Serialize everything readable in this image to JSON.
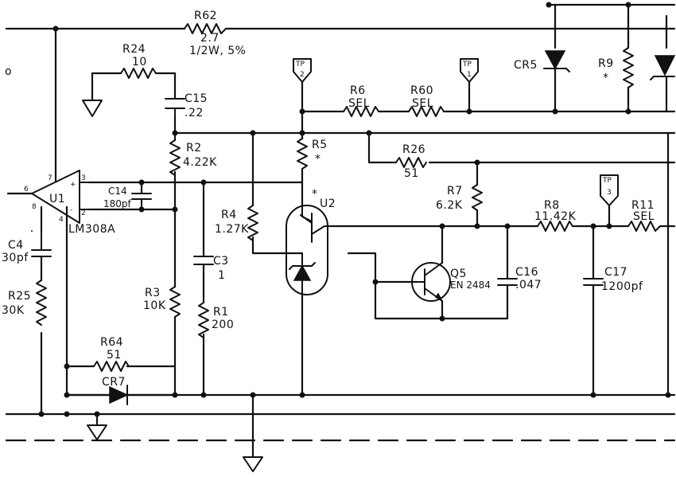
{
  "components": {
    "r62": {
      "ref": "R62",
      "value": "2.7",
      "rating": "1/2W, 5%"
    },
    "r24": {
      "ref": "R24",
      "value": "10"
    },
    "c15": {
      "ref": "C15",
      "value": ".22"
    },
    "r2": {
      "ref": "R2",
      "value": "4.22K"
    },
    "u1": {
      "ref": "U1",
      "part": "LM308A",
      "pin_7": "7",
      "pin_3": "3",
      "pin_6": "6",
      "pin_8": "8",
      "pin_2": "2",
      "pin_4": "4",
      "plus": "+",
      "minus": "-"
    },
    "c14": {
      "ref": "C14",
      "value": "180pf"
    },
    "c4": {
      "ref": "C4",
      "value": "30pf"
    },
    "r25": {
      "ref": "R25",
      "value": "30K"
    },
    "r3": {
      "ref": "R3",
      "value": "10K"
    },
    "c3": {
      "ref": "C3",
      "value": "1"
    },
    "r1": {
      "ref": "R1",
      "value": "200"
    },
    "r64": {
      "ref": "R64",
      "value": "51"
    },
    "cr7": {
      "ref": "CR7"
    },
    "tp2": {
      "ref": "TP",
      "num": "2"
    },
    "tp1": {
      "ref": "TP",
      "num": "1"
    },
    "tp3": {
      "ref": "TP",
      "num": "3"
    },
    "r6": {
      "ref": "R6",
      "value": "SEL"
    },
    "r60": {
      "ref": "R60",
      "value": "SEL"
    },
    "r5": {
      "ref": "R5",
      "value": "*"
    },
    "r26": {
      "ref": "R26",
      "value": "51"
    },
    "r4": {
      "ref": "R4",
      "value": "1.27K"
    },
    "u2": {
      "ref": "U2",
      "mark": "*"
    },
    "r7": {
      "ref": "R7",
      "value": "6.2K"
    },
    "r8": {
      "ref": "R8",
      "value": "11.42K"
    },
    "r11": {
      "ref": "R11",
      "value": "SEL"
    },
    "q5": {
      "ref": "Q5",
      "part": "EN 2484"
    },
    "c16": {
      "ref": "C16",
      "value": ".047"
    },
    "c17": {
      "ref": "C17",
      "value": "1200pf"
    },
    "cr5": {
      "ref": "CR5"
    },
    "r9": {
      "ref": "R9",
      "value": "*"
    }
  },
  "edge_marks": {
    "left_fragment": "o"
  }
}
